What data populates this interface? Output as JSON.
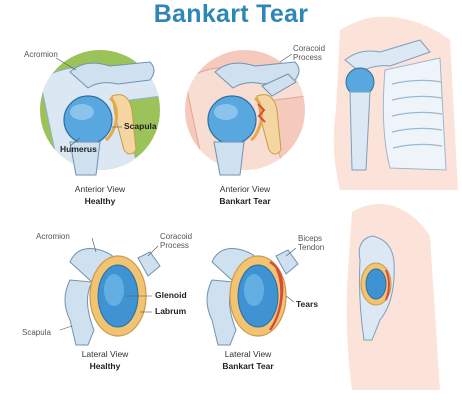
{
  "title": "Bankart Tear",
  "panels": [
    {
      "view": "Anterior View",
      "condition": "Healthy"
    },
    {
      "view": "Anterior View",
      "condition": "Bankart Tear"
    },
    {
      "view": "Lateral View",
      "condition": "Healthy"
    },
    {
      "view": "Lateral View",
      "condition": "Bankart Tear"
    }
  ],
  "labels": {
    "acromion_top": "Acromion",
    "coracoid_top_line1": "Coracoid",
    "coracoid_top_line2": "Process",
    "scapula_top": "Scapula",
    "humerus": "Humerus",
    "acromion_bottom": "Acromion",
    "coracoid_bottom_line1": "Coracoid",
    "coracoid_bottom_line2": "Process",
    "glenoid": "Glenoid",
    "labrum": "Labrum",
    "scapula_bottom": "Scapula",
    "biceps_line1": "Biceps",
    "biceps_line2": "Tendon",
    "tears": "Tears"
  },
  "colors": {
    "title": "#2f86b5",
    "healthy_bg": "#9cc25a",
    "tear_bg": "#f6c9bd",
    "bone": "#cfe0ef",
    "labrum": "#f2c472",
    "glenoid": "#3f93d3",
    "tear": "#d84c3c"
  }
}
